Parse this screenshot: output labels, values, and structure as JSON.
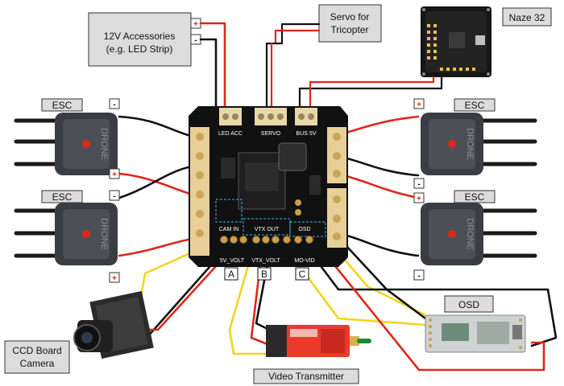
{
  "callouts": {
    "accessories_line1": "12V Accessories",
    "accessories_line2": "(e.g. LED Strip)",
    "servo_line1": "Servo for",
    "servo_line2": "Tricopter",
    "naze": "Naze 32",
    "osd": "OSD",
    "camera_line1": "CCD Board",
    "camera_line2": "Camera",
    "vtx": "Video Transmitter"
  },
  "esc_label": "ESC",
  "esc_brand": "DRONE",
  "polarity": {
    "plus": "+",
    "minus": "-"
  },
  "port_markers": [
    "A",
    "B",
    "C"
  ],
  "board": {
    "silkscreen_top_left": "LED ACC",
    "silkscreen_top_mid": "SERVO",
    "silkscreen_top_right": "BUS 5V",
    "silkscreen_cam": "CAM IN",
    "silkscreen_vtx": "VTX OUT",
    "silkscreen_osd": "OSD",
    "silkscreen_bottom_left": "5V_VOLT",
    "silkscreen_bottom_mid": "VTX_VOLT",
    "silkscreen_bottom_right": "MO-VID"
  },
  "colors": {
    "board": "#111111",
    "pad": "#e7cf97",
    "red_wire": "#e0261b",
    "black_wire": "#111111",
    "yellow_wire": "#f2d51c",
    "esc_body": "#3a3d42",
    "callout_fill": "#dcdcdc"
  }
}
